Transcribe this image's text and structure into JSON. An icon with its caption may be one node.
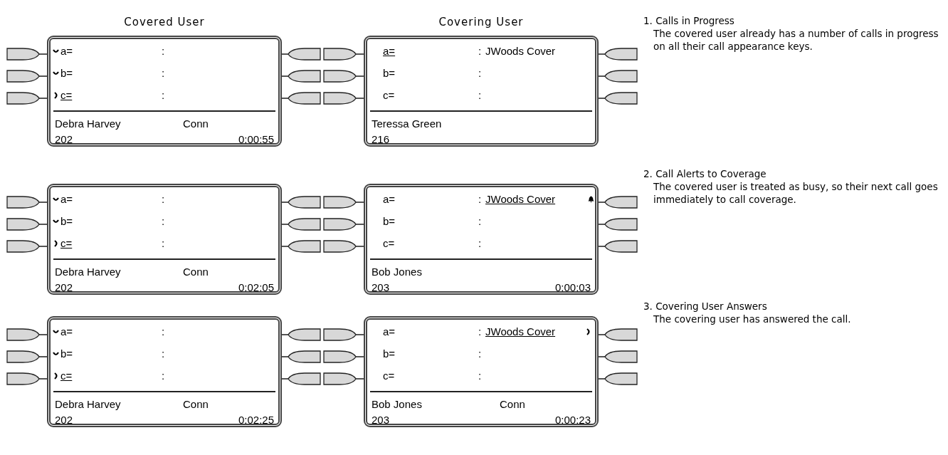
{
  "diagram": {
    "nodes": [
      {
        "text": [
          "a=",
          ":",
          "b=",
          ":",
          "c=",
          ":",
          "Debra Harvey",
          "Conn",
          "202",
          "0:00:55"
        ]
      },
      {
        "text": [
          "a=",
          ":",
          "JWoods Cover",
          "b=",
          ":",
          "c=",
          ":",
          "Teressa Green",
          "216"
        ]
      },
      {
        "text": [
          "a=",
          ":",
          "b=",
          ":",
          "c=",
          ":",
          "Debra Harvey",
          "Conn",
          "202",
          "0:02:05"
        ]
      },
      {
        "text": [
          "a=",
          ":",
          "JWoods Cover",
          "b=",
          ":",
          "c=",
          ":",
          "Bob Jones",
          "203",
          "0:00:03"
        ]
      },
      {
        "text": [
          "a=",
          ":",
          "b=",
          ":",
          "c=",
          ":",
          "Debra Harvey",
          "Conn",
          "202",
          "0:02:25"
        ]
      },
      {
        "text": [
          "a=",
          ":",
          "JWoods Cover",
          "b=",
          ":",
          "c=",
          ":",
          "Bob Jones",
          "Conn",
          "203",
          "0:00:23"
        ]
      }
    ],
    "edges": [],
    "labels": [
      "Covered User",
      "Covering User",
      "1. Calls in Progress",
      "The covered user already has a number of calls in progress on all their call appearance keys.",
      "2. Call Alerts to Coverage",
      "The covered user is treated as busy, so their next call goes immediately to call coverage.",
      "3. Covering User Answers",
      "The covering user has answered the call."
    ]
  }
}
